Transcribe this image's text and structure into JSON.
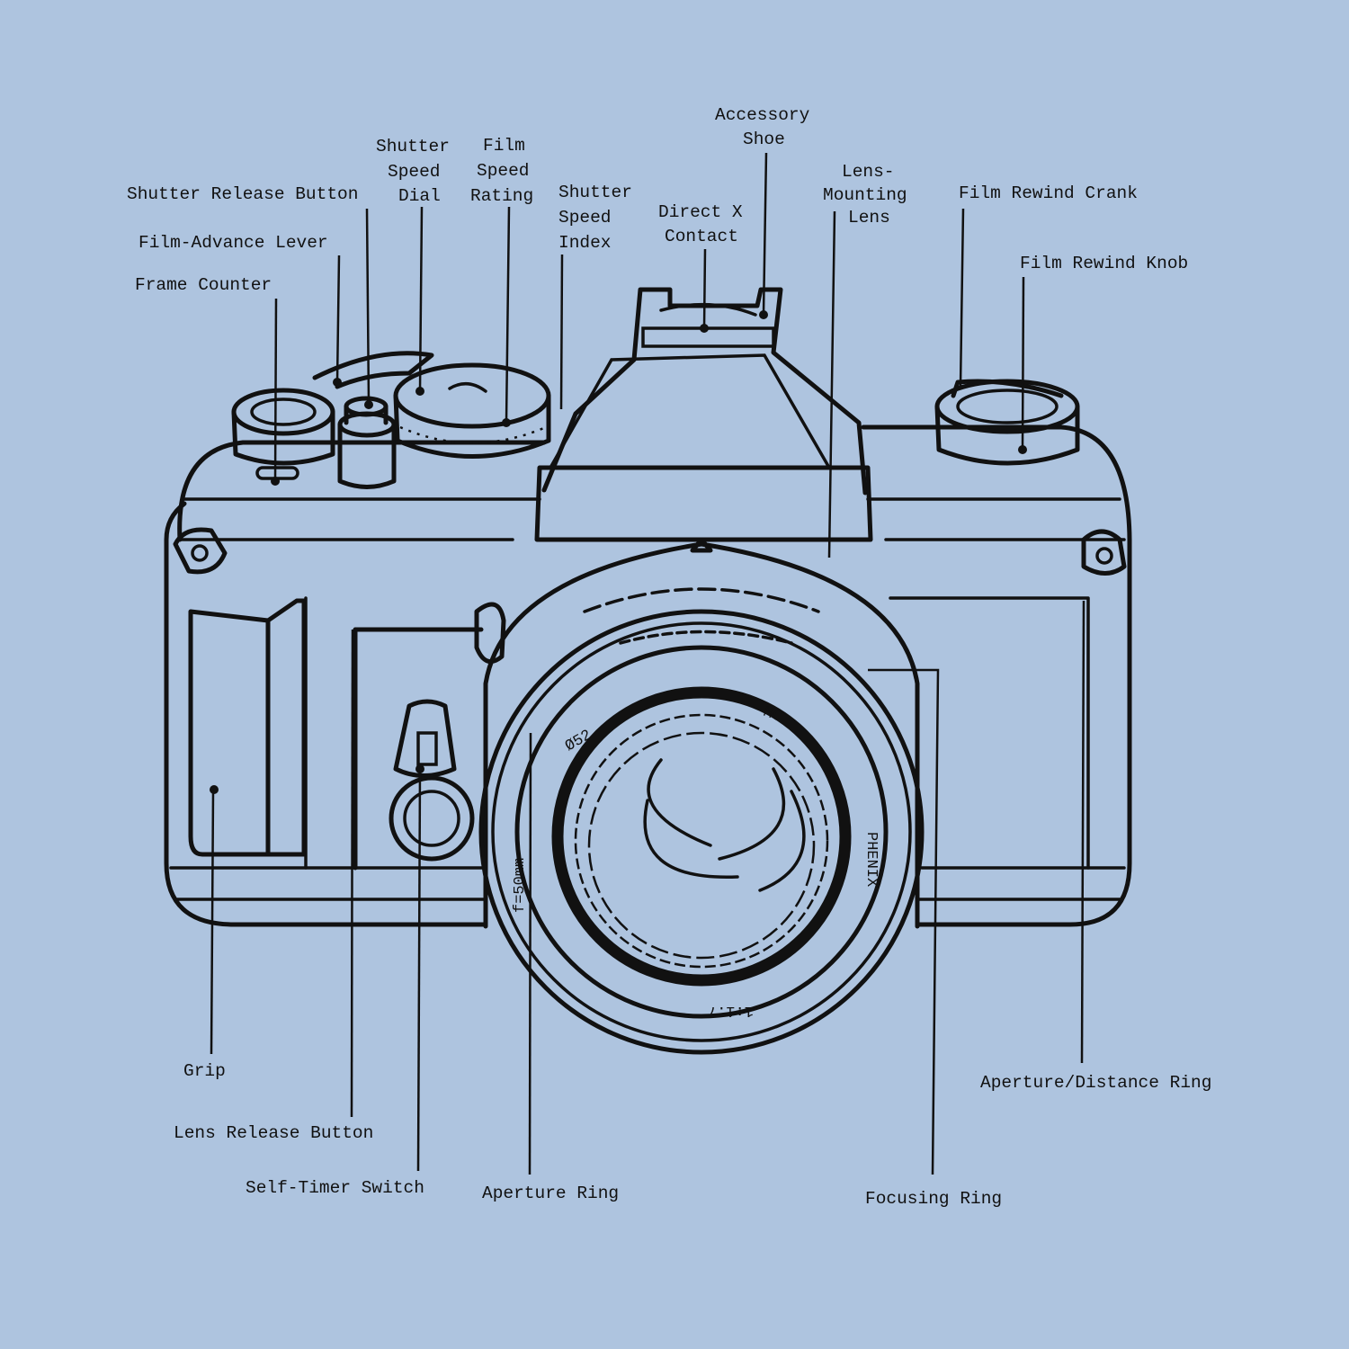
{
  "colors": {
    "background": "#aec4df",
    "ink": "#111111"
  },
  "labels": {
    "accessory_shoe": [
      "Accessory",
      "Shoe"
    ],
    "shutter_speed_dial": [
      "Shutter",
      "Speed",
      "Dial"
    ],
    "film_speed_rating": [
      "Film",
      "Speed",
      "Rating"
    ],
    "shutter_release_button": "Shutter Release Button",
    "film_advance_lever": "Film-Advance Lever",
    "frame_counter": "Frame Counter",
    "shutter_speed_index": [
      "Shutter",
      "Speed",
      "Index"
    ],
    "direct_x_contact": [
      "Direct X",
      "Contact"
    ],
    "lens_mounting_lens": [
      "Lens-",
      "Mounting",
      "Lens"
    ],
    "film_rewind_crank": "Film Rewind Crank",
    "film_rewind_knob": "Film Rewind Knob",
    "grip": "Grip",
    "lens_release_button": "Lens Release Button",
    "self_timer_switch": "Self-Timer Switch",
    "aperture_ring": "Aperture Ring",
    "focusing_ring": "Focusing Ring",
    "aperture_distance_ring": "Aperture/Distance Ring"
  },
  "lens_markings": {
    "filter": "Ø52",
    "coating": "MC",
    "brand": "PHENIX",
    "focal_length": "f=50mm",
    "max_aperture": "1:1.7"
  }
}
